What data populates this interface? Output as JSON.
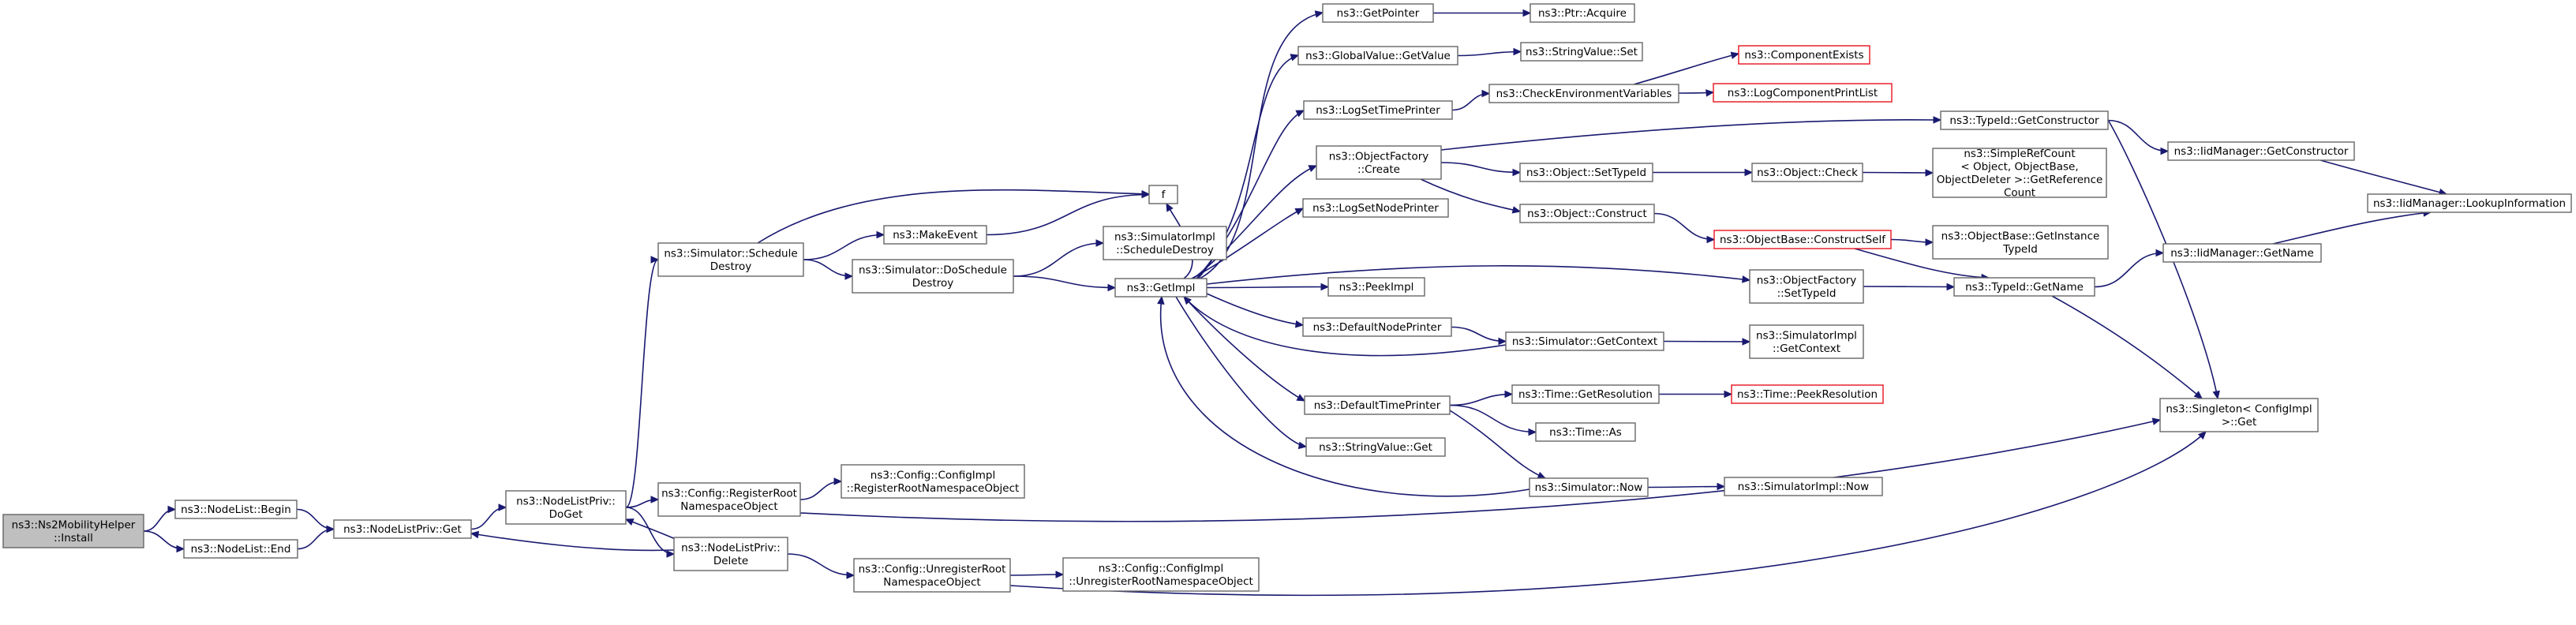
{
  "graph": {
    "title": "",
    "nodes": [
      {
        "id": "root",
        "lines": [
          "ns3::Ns2MobilityHelper",
          "::Install"
        ],
        "style": "root"
      },
      {
        "id": "begin",
        "lines": [
          "ns3::NodeList::Begin"
        ]
      },
      {
        "id": "end",
        "lines": [
          "ns3::NodeList::End"
        ]
      },
      {
        "id": "get",
        "lines": [
          "ns3::NodeListPriv::Get"
        ]
      },
      {
        "id": "doget",
        "lines": [
          "ns3::NodeListPriv::",
          "DoGet"
        ]
      },
      {
        "id": "delete",
        "lines": [
          "ns3::NodeListPriv::",
          "Delete"
        ]
      },
      {
        "id": "schedDestroy",
        "lines": [
          "ns3::Simulator::Schedule",
          "Destroy"
        ]
      },
      {
        "id": "regRoot",
        "lines": [
          "ns3::Config::RegisterRoot",
          "NamespaceObject"
        ]
      },
      {
        "id": "unregRoot",
        "lines": [
          "ns3::Config::UnregisterRoot",
          "NamespaceObject"
        ]
      },
      {
        "id": "cfgRegRoot",
        "lines": [
          "ns3::Config::ConfigImpl",
          "::RegisterRootNamespaceObject"
        ]
      },
      {
        "id": "cfgUnregRoot",
        "lines": [
          "ns3::Config::ConfigImpl",
          "::UnregisterRootNamespaceObject"
        ]
      },
      {
        "id": "makeEvent",
        "lines": [
          "ns3::MakeEvent"
        ]
      },
      {
        "id": "doSchedDestroy",
        "lines": [
          "ns3::Simulator::DoSchedule",
          "Destroy"
        ]
      },
      {
        "id": "f",
        "lines": [
          "f"
        ]
      },
      {
        "id": "simImplSched",
        "lines": [
          "ns3::SimulatorImpl",
          "::ScheduleDestroy"
        ]
      },
      {
        "id": "getImpl",
        "lines": [
          "ns3::GetImpl"
        ]
      },
      {
        "id": "getPointer",
        "lines": [
          "ns3::GetPointer"
        ]
      },
      {
        "id": "ptrAcquire",
        "lines": [
          "ns3::Ptr::Acquire"
        ]
      },
      {
        "id": "gvGetValue",
        "lines": [
          "ns3::GlobalValue::GetValue"
        ]
      },
      {
        "id": "svSet",
        "lines": [
          "ns3::StringValue::Set"
        ]
      },
      {
        "id": "logSetTime",
        "lines": [
          "ns3::LogSetTimePrinter"
        ]
      },
      {
        "id": "checkEnv",
        "lines": [
          "ns3::CheckEnvironmentVariables"
        ]
      },
      {
        "id": "compExists",
        "lines": [
          "ns3::ComponentExists"
        ],
        "style": "red"
      },
      {
        "id": "logCompPrint",
        "lines": [
          "ns3::LogComponentPrintList"
        ],
        "style": "red"
      },
      {
        "id": "ofCreate",
        "lines": [
          "ns3::ObjectFactory",
          "::Create"
        ]
      },
      {
        "id": "objSetTypeId",
        "lines": [
          "ns3::Object::SetTypeId"
        ]
      },
      {
        "id": "objCheck",
        "lines": [
          "ns3::Object::Check"
        ]
      },
      {
        "id": "simpleRef",
        "lines": [
          "ns3::SimpleRefCount",
          "< Object, ObjectBase,",
          " ObjectDeleter >::GetReference",
          "Count"
        ]
      },
      {
        "id": "objConstruct",
        "lines": [
          "ns3::Object::Construct"
        ]
      },
      {
        "id": "obConstructSelf",
        "lines": [
          "ns3::ObjectBase::ConstructSelf"
        ],
        "style": "red"
      },
      {
        "id": "obGetInstance",
        "lines": [
          "ns3::ObjectBase::GetInstance",
          "TypeId"
        ]
      },
      {
        "id": "typeIdGetCtor",
        "lines": [
          "ns3::TypeId::GetConstructor"
        ]
      },
      {
        "id": "iidGetCtor",
        "lines": [
          "ns3::IidManager::GetConstructor"
        ]
      },
      {
        "id": "iidLookup",
        "lines": [
          "ns3::IidManager::LookupInformation"
        ]
      },
      {
        "id": "logSetNode",
        "lines": [
          "ns3::LogSetNodePrinter"
        ]
      },
      {
        "id": "peekImpl",
        "lines": [
          "ns3::PeekImpl"
        ]
      },
      {
        "id": "ofSetTypeId",
        "lines": [
          "ns3::ObjectFactory",
          "::SetTypeId"
        ]
      },
      {
        "id": "typeIdGetName",
        "lines": [
          "ns3::TypeId::GetName"
        ]
      },
      {
        "id": "iidGetName",
        "lines": [
          "ns3::IidManager::GetName"
        ]
      },
      {
        "id": "defNodePrinter",
        "lines": [
          "ns3::DefaultNodePrinter"
        ]
      },
      {
        "id": "simGetContext",
        "lines": [
          "ns3::Simulator::GetContext"
        ]
      },
      {
        "id": "simImplGetContext",
        "lines": [
          "ns3::SimulatorImpl",
          "::GetContext"
        ]
      },
      {
        "id": "defTimePrinter",
        "lines": [
          "ns3::DefaultTimePrinter"
        ]
      },
      {
        "id": "timeGetRes",
        "lines": [
          "ns3::Time::GetResolution"
        ]
      },
      {
        "id": "timePeekRes",
        "lines": [
          "ns3::Time::PeekResolution"
        ],
        "style": "red"
      },
      {
        "id": "timeAs",
        "lines": [
          "ns3::Time::As"
        ]
      },
      {
        "id": "svGet",
        "lines": [
          "ns3::StringValue::Get"
        ]
      },
      {
        "id": "simNow",
        "lines": [
          "ns3::Simulator::Now"
        ]
      },
      {
        "id": "simImplNow",
        "lines": [
          "ns3::SimulatorImpl::Now"
        ]
      },
      {
        "id": "singleton",
        "lines": [
          "ns3::Singleton< ConfigImpl",
          " >::Get"
        ]
      }
    ],
    "edges": [
      [
        "root",
        "begin"
      ],
      [
        "root",
        "end"
      ],
      [
        "begin",
        "get"
      ],
      [
        "end",
        "get"
      ],
      [
        "get",
        "doget"
      ],
      [
        "doget",
        "schedDestroy"
      ],
      [
        "doget",
        "regRoot"
      ],
      [
        "doget",
        "delete"
      ],
      [
        "delete",
        "doget"
      ],
      [
        "delete",
        "get"
      ],
      [
        "delete",
        "unregRoot"
      ],
      [
        "regRoot",
        "cfgRegRoot"
      ],
      [
        "regRoot",
        "singleton"
      ],
      [
        "unregRoot",
        "cfgUnregRoot"
      ],
      [
        "unregRoot",
        "singleton"
      ],
      [
        "schedDestroy",
        "f"
      ],
      [
        "schedDestroy",
        "makeEvent"
      ],
      [
        "schedDestroy",
        "doSchedDestroy"
      ],
      [
        "makeEvent",
        "f"
      ],
      [
        "doSchedDestroy",
        "simImplSched"
      ],
      [
        "doSchedDestroy",
        "getImpl"
      ],
      [
        "getImpl",
        "getPointer"
      ],
      [
        "getImpl",
        "gvGetValue"
      ],
      [
        "getImpl",
        "logSetTime"
      ],
      [
        "getImpl",
        "ofCreate"
      ],
      [
        "getImpl",
        "logSetNode"
      ],
      [
        "getImpl",
        "peekImpl"
      ],
      [
        "getImpl",
        "ofSetTypeId"
      ],
      [
        "getImpl",
        "defNodePrinter"
      ],
      [
        "getImpl",
        "defTimePrinter"
      ],
      [
        "getImpl",
        "svGet"
      ],
      [
        "getImpl",
        "f"
      ],
      [
        "getPointer",
        "ptrAcquire"
      ],
      [
        "gvGetValue",
        "svSet"
      ],
      [
        "logSetTime",
        "checkEnv"
      ],
      [
        "checkEnv",
        "compExists"
      ],
      [
        "checkEnv",
        "logCompPrint"
      ],
      [
        "ofCreate",
        "typeIdGetCtor"
      ],
      [
        "ofCreate",
        "objSetTypeId"
      ],
      [
        "ofCreate",
        "objConstruct"
      ],
      [
        "objSetTypeId",
        "objCheck"
      ],
      [
        "objCheck",
        "simpleRef"
      ],
      [
        "objConstruct",
        "obConstructSelf"
      ],
      [
        "obConstructSelf",
        "obGetInstance"
      ],
      [
        "obConstructSelf",
        "typeIdGetName"
      ],
      [
        "typeIdGetCtor",
        "iidGetCtor"
      ],
      [
        "typeIdGetCtor",
        "singleton"
      ],
      [
        "iidGetCtor",
        "iidLookup"
      ],
      [
        "ofSetTypeId",
        "typeIdGetName"
      ],
      [
        "typeIdGetName",
        "iidGetName"
      ],
      [
        "typeIdGetName",
        "singleton"
      ],
      [
        "iidGetName",
        "iidLookup"
      ],
      [
        "defNodePrinter",
        "simGetContext"
      ],
      [
        "simGetContext",
        "getImpl"
      ],
      [
        "simGetContext",
        "simImplGetContext"
      ],
      [
        "defTimePrinter",
        "timeGetRes"
      ],
      [
        "defTimePrinter",
        "timeAs"
      ],
      [
        "defTimePrinter",
        "simNow"
      ],
      [
        "timeGetRes",
        "timePeekRes"
      ],
      [
        "simNow",
        "getImpl"
      ],
      [
        "simNow",
        "simImplNow"
      ]
    ]
  }
}
